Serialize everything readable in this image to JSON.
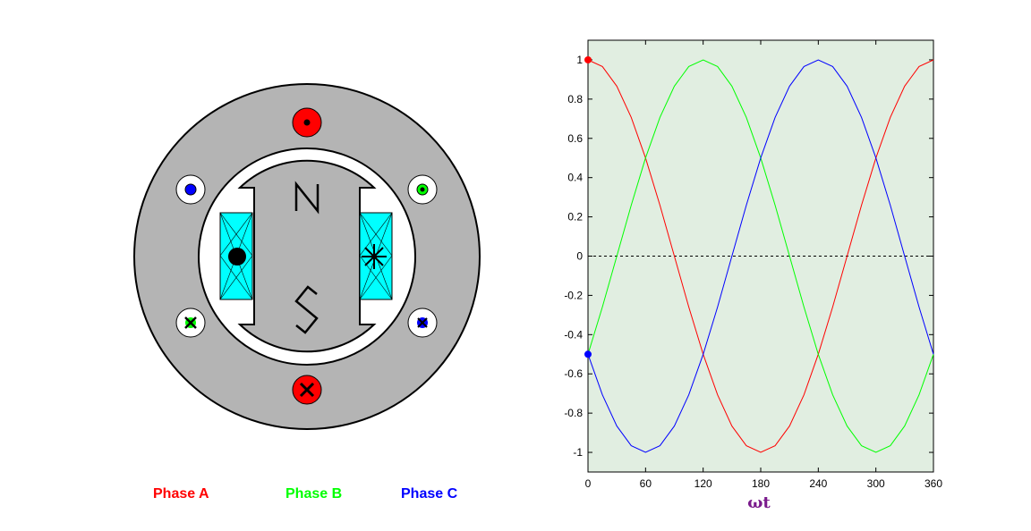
{
  "machine": {
    "rotor_poles": [
      "N",
      "S"
    ],
    "phase_legend": [
      {
        "label": "Phase A",
        "color": "#ff0000"
      },
      {
        "label": "Phase B",
        "color": "#00ff00"
      },
      {
        "label": "Phase C",
        "color": "#0000ff"
      }
    ],
    "colors": {
      "stator": "#b4b4b4",
      "rotor": "#b4b4b4",
      "field_coil": "#00ffff"
    }
  },
  "chart_data": {
    "type": "line",
    "xlabel": "ωt",
    "ylabel": "",
    "title": "",
    "xlim": [
      0,
      360
    ],
    "ylim": [
      -1.1,
      1.1
    ],
    "xticks": [
      0,
      60,
      120,
      180,
      240,
      300,
      360
    ],
    "yticks": [
      -1,
      -0.8,
      -0.6,
      -0.4,
      -0.2,
      0,
      0.2,
      0.4,
      0.6,
      0.8,
      1
    ],
    "grid": false,
    "background": "#e1eee1",
    "reference_line": {
      "y": 0,
      "style": "dashed"
    },
    "x": [
      0,
      15,
      30,
      45,
      60,
      75,
      90,
      105,
      120,
      135,
      150,
      165,
      180,
      195,
      210,
      225,
      240,
      255,
      270,
      285,
      300,
      315,
      330,
      345,
      360
    ],
    "series": [
      {
        "color": "#ff0000",
        "values": [
          1,
          0.966,
          0.866,
          0.707,
          0.5,
          0.259,
          0,
          -0.259,
          -0.5,
          -0.707,
          -0.866,
          -0.966,
          -1,
          -0.966,
          -0.866,
          -0.707,
          -0.5,
          -0.259,
          0,
          0.259,
          0.5,
          0.707,
          0.866,
          0.966,
          1
        ]
      },
      {
        "color": "#00ff00",
        "values": [
          -0.5,
          -0.259,
          0,
          0.259,
          0.5,
          0.707,
          0.866,
          0.966,
          1,
          0.966,
          0.866,
          0.707,
          0.5,
          0.259,
          0,
          -0.259,
          -0.5,
          -0.707,
          -0.866,
          -0.966,
          -1,
          -0.966,
          -0.866,
          -0.707,
          -0.5
        ]
      },
      {
        "color": "#0000ff",
        "values": [
          -0.5,
          -0.707,
          -0.866,
          -0.966,
          -1,
          -0.966,
          -0.866,
          -0.707,
          -0.5,
          -0.259,
          0,
          0.259,
          0.5,
          0.707,
          0.866,
          0.966,
          1,
          0.966,
          0.866,
          0.707,
          0.5,
          0.259,
          0,
          -0.259,
          -0.5
        ]
      }
    ],
    "markers": [
      {
        "x": 0,
        "y": 1,
        "color": "#ff0000"
      },
      {
        "x": 0,
        "y": -0.5,
        "color": "#0000ff"
      }
    ]
  }
}
